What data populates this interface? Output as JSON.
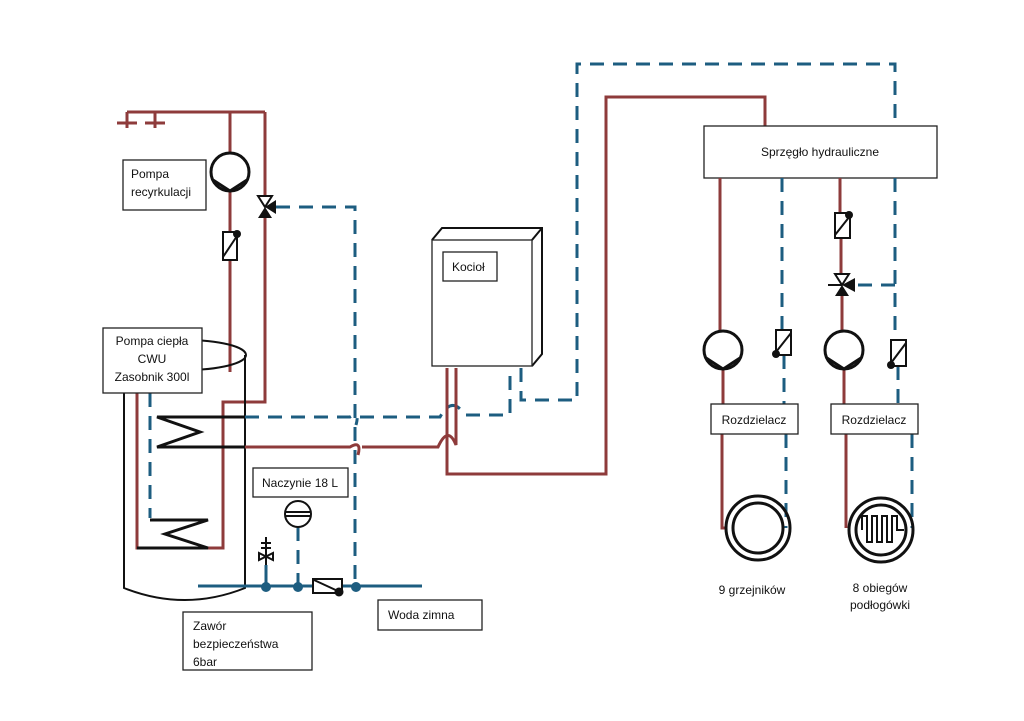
{
  "labels": {
    "recirc_pump": [
      "Pompa",
      "recyrkulacji"
    ],
    "heat_pump": [
      "Pompa ciepła",
      "CWU",
      "Zasobnik 300l"
    ],
    "boiler": "Kocioł",
    "hydraulic_coupler": "Sprzęgło hydrauliczne",
    "distributor_1": "Rozdzielacz",
    "distributor_2": "Rozdzielacz",
    "expansion_vessel": "Naczynie 18 L",
    "cold_water": "Woda zimna",
    "safety_valve": [
      "Zawór",
      "bezpieczeństwa",
      "6bar"
    ],
    "radiators": "9 grzejników",
    "floor_heating": [
      "8 obiegów",
      "podłogówki"
    ]
  },
  "colors": {
    "supply_pipe": "#8e3b3b",
    "return_pipe": "#1d5d80",
    "symbols": "#111111"
  }
}
